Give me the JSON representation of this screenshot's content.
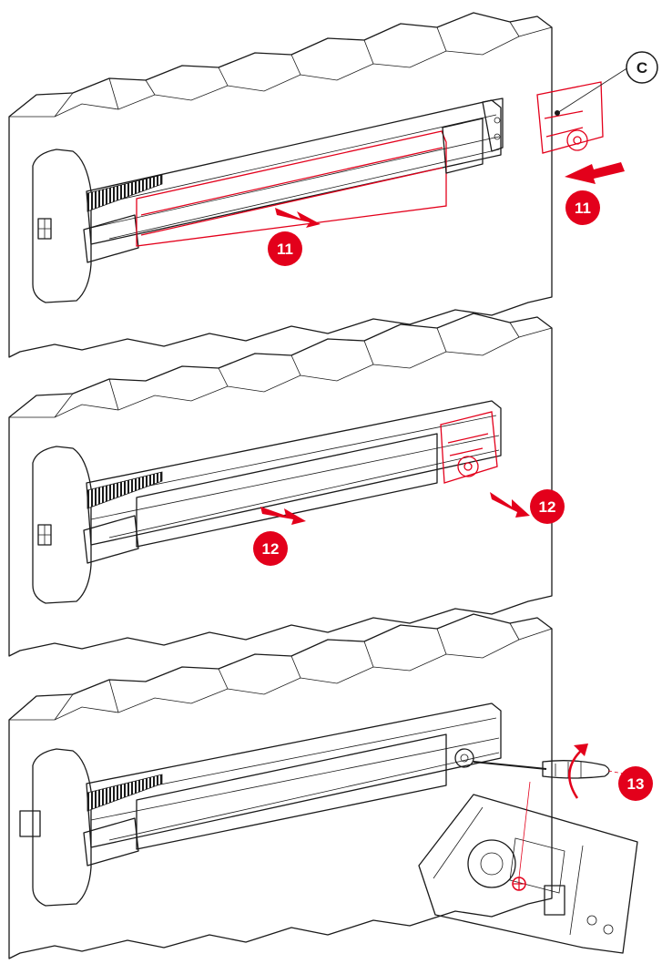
{
  "colors": {
    "accent": "#e3001b",
    "line": "#1a1a1a",
    "background": "#ffffff"
  },
  "callout_label": "C",
  "steps": {
    "s11a": "11",
    "s11b": "11",
    "s12a": "12",
    "s12b": "12",
    "s13": "13"
  },
  "icons": [
    "push-arrow-icon",
    "rotate-arrow-icon",
    "screwdriver-icon"
  ]
}
